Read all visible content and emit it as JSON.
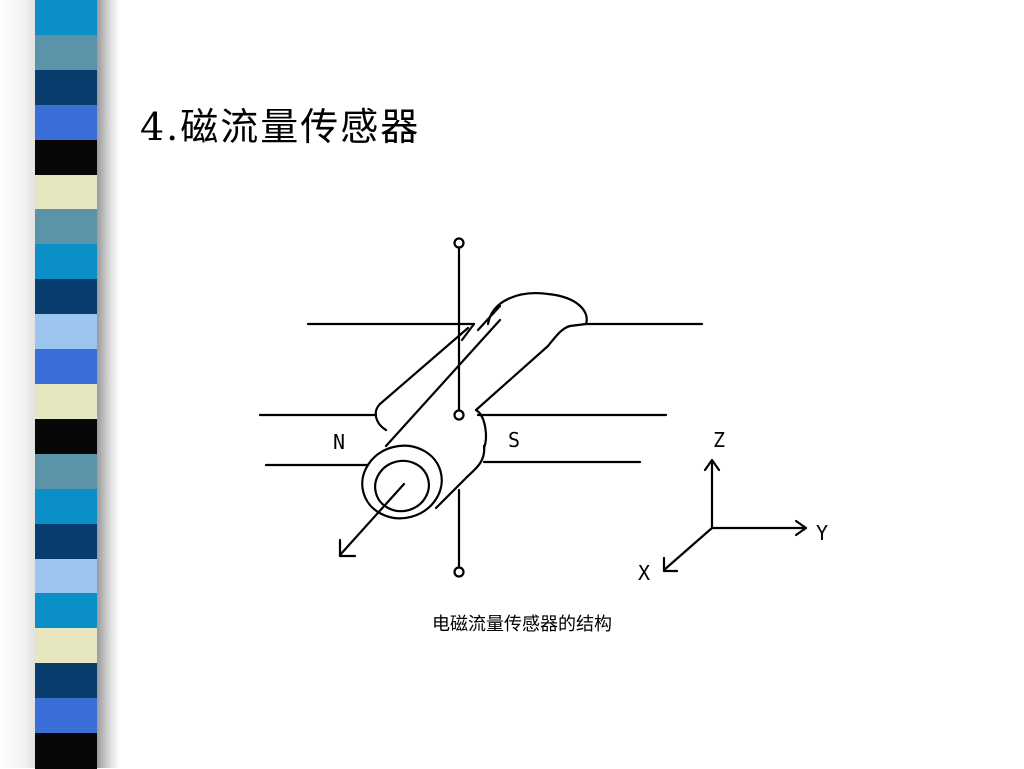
{
  "slide": {
    "title": "4.磁流量传感器",
    "caption": "电磁流量传感器的结构"
  },
  "diagram": {
    "pole_labels": {
      "north": "N",
      "south": "S"
    },
    "axis_labels": {
      "z": "Z",
      "y": "Y",
      "x": "X"
    }
  },
  "decoration": {
    "stripe_colors": [
      "#0a8fc7",
      "#5b93a8",
      "#093d6e",
      "#3a6fd8",
      "#070707",
      "#e6e6c0",
      "#5b93a8",
      "#0a8fc7",
      "#093d6e",
      "#9cc6f0",
      "#3a6fd8",
      "#e6e6c0",
      "#070707",
      "#5b93a8",
      "#0a8fc7",
      "#093d6e",
      "#9cc6f0",
      "#0a8fc7",
      "#e6e6c0",
      "#093d6e",
      "#3a6fd8",
      "#070707"
    ]
  }
}
